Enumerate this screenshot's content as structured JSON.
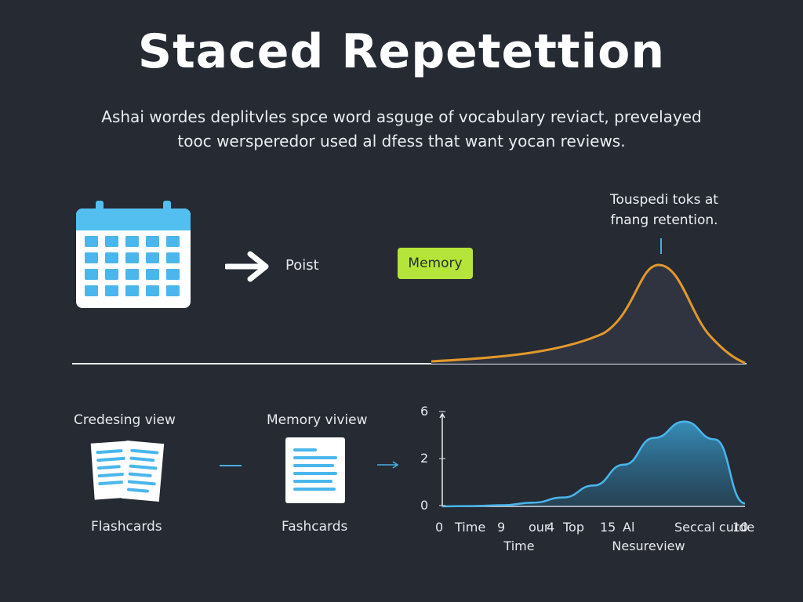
{
  "title": "Staced Repetettion",
  "subtitle": {
    "line1": "Ashai wordes deplitvles spce word asguge of vocabulary reviact, prevelayed",
    "line2": "tooc wersperedor used al dfess that want yocan reviews."
  },
  "top_flow": {
    "calendar_icon": "calendar-icon",
    "arrow_icon": "arrow-right-icon",
    "point_label": "Poist",
    "memory_badge": "Memory",
    "peak_note": {
      "line1": "Touspedi toks at",
      "line2": "fnang retention."
    },
    "accent_orange": "#e2982c",
    "badge_color": "#b5e43a"
  },
  "bottom_flow": {
    "step1": {
      "top_label": "Credesing view",
      "bottom_label": "Flashcards",
      "icon": "flashcards-icon"
    },
    "step2": {
      "top_label": "Memory viview",
      "bottom_label": "Fashcards",
      "icon": "document-icon"
    },
    "accent_blue": "#4aaee0"
  },
  "chart_data": {
    "type": "area",
    "y_ticks": [
      "6",
      "2",
      "0"
    ],
    "x_tick_labels": [
      "0",
      "Time",
      "9",
      "our",
      "4",
      "Top",
      "15",
      "Al",
      "Seccal curde",
      "10"
    ],
    "xlabel": "Time",
    "xlabel_secondary": "Nesureview",
    "series": [
      {
        "x": [
          0,
          1,
          2,
          3,
          4,
          5,
          6,
          7,
          8,
          9,
          10
        ],
        "values": [
          0,
          0.02,
          0.08,
          0.25,
          0.6,
          1.4,
          2.8,
          4.6,
          5.7,
          4.5,
          0.2
        ]
      }
    ],
    "ylim": [
      0,
      6
    ]
  }
}
